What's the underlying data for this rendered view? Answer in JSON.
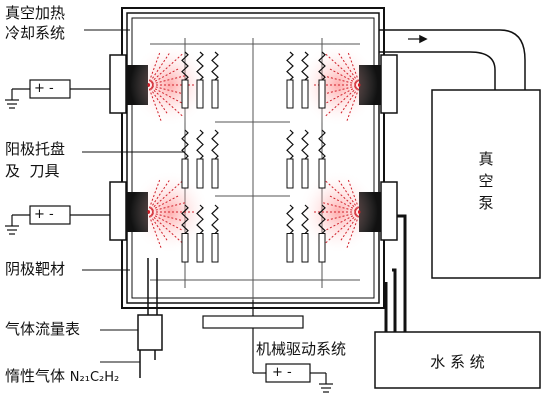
{
  "labels": {
    "vacuum_heating_cooling_line1": "真空加热",
    "vacuum_heating_cooling_line2": "冷却系统",
    "cathode_tray_line1": "阳极托盘",
    "cathode_tray_line2": "及  刀具",
    "cathode_target": "阴极靶材",
    "gas_flow_meter": "气体流量表",
    "inert_gas_prefix": "惰性气体",
    "inert_gas_formula": "N₂₁C₂H₂",
    "mechanical_drive": "机械驱动系统",
    "vacuum_pump_line1": "真",
    "vacuum_pump_line2": "空",
    "vacuum_pump_line3": "泵",
    "water_system": "水 系 统",
    "power_supply_symbol": "+ -"
  },
  "colors": {
    "line": "#111111",
    "plasma": "#d0202a",
    "target": "#111111"
  }
}
